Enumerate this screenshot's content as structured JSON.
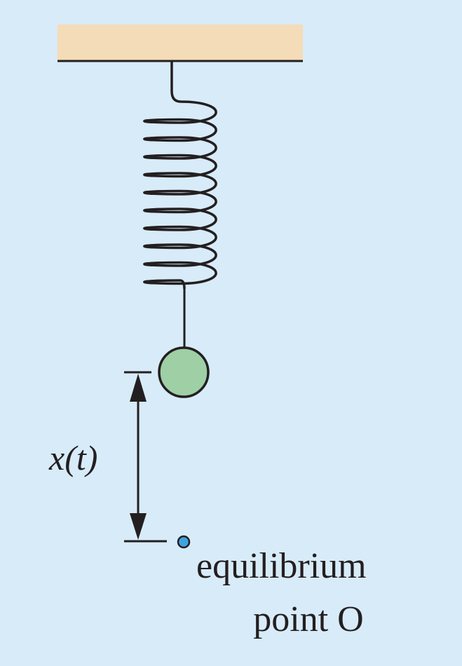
{
  "labels": {
    "displacement": "x(t)",
    "equilibrium_line1": "equilibrium",
    "equilibrium_line2": "point O"
  },
  "colors": {
    "background": "#d8ebf9",
    "ceiling": "#f5dcb8",
    "mass": "#9ecfa5",
    "equilibrium_point": "#3fa3e0",
    "stroke": "#231f20"
  },
  "spring": {
    "coils": 10
  }
}
